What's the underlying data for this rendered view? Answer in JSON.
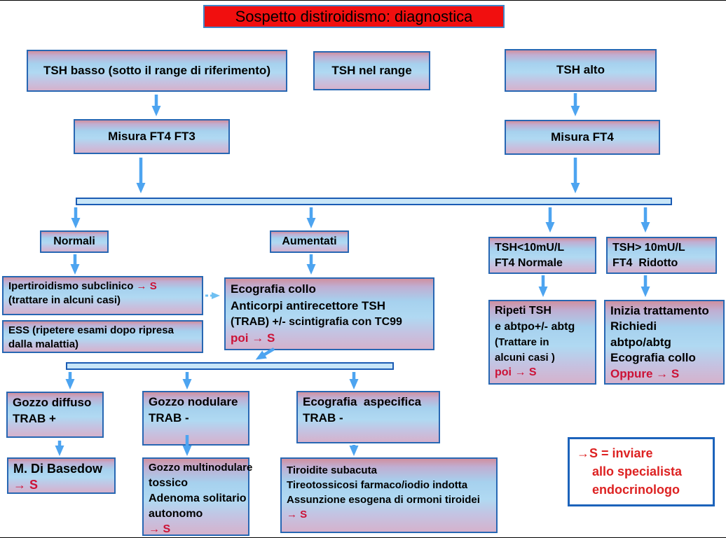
{
  "title": "Sospetto distiroidismo: diagnostica",
  "colors": {
    "title_bg": "#f10f0f",
    "box_border_blue": "#2767b3",
    "arrow_blue": "#4da4f0",
    "accent_red": "#cc1236",
    "legend_red": "#dd2222"
  },
  "nodes": {
    "tsh_basso": {
      "label": "TSH basso (sotto il range di riferimento)"
    },
    "tsh_range": {
      "label": "TSH nel range"
    },
    "tsh_alto": {
      "label": "TSH alto"
    },
    "misura_ft4_ft3": {
      "label": "Misura FT4 FT3"
    },
    "misura_ft4": {
      "label": "Misura FT4"
    },
    "normali": {
      "label": "Normali"
    },
    "aumentati": {
      "label": "Aumentati"
    },
    "ipertiroidismo": {
      "line1": "Ipertiroidismo subclinico ",
      "line1_red": "→ S",
      "line2": "(trattare in alcuni casi)"
    },
    "ess": {
      "lines": [
        "ESS (ripetere esami dopo ripresa",
        "dalla malattia)"
      ]
    },
    "ecografia": {
      "lines": [
        "Ecografia collo",
        "Anticorpi antirecettore TSH",
        "(TRAB) +/- scintigrafia con TC99"
      ],
      "red_line": "poi → S"
    },
    "tsh_lt10": {
      "lines": [
        "TSH<10mU/L",
        "FT4 Normale"
      ]
    },
    "tsh_gt10": {
      "lines": [
        "TSH> 10mU/L",
        "FT4  Ridotto"
      ]
    },
    "ripeti": {
      "lines": [
        "Ripeti TSH",
        "e abtpo+/- abtg",
        "(Trattare in",
        "alcuni casi )"
      ],
      "red_line": "poi → S"
    },
    "inizia": {
      "lines": [
        "Inizia trattamento",
        "Richiedi",
        "abtpo/abtg",
        "Ecografia collo"
      ],
      "red_line": "Oppure → S"
    },
    "gozzo_diffuso": {
      "lines": [
        "Gozzo diffuso",
        "TRAB +"
      ]
    },
    "gozzo_nodulare": {
      "lines": [
        "Gozzo nodulare",
        "TRAB -"
      ]
    },
    "eco_aspecifica": {
      "lines": [
        "Ecografia  aspecifica",
        "TRAB -"
      ]
    },
    "basedow": {
      "lines": [
        "M. Di Basedow"
      ],
      "red_line": "→ S"
    },
    "gozzo_multi": {
      "lines": [
        "Gozzo multinodulare",
        "tossico",
        "Adenoma solitario",
        "autonomo"
      ],
      "red_line": "→ S"
    },
    "tiroidite": {
      "lines": [
        "Tiroidite subacuta",
        "Tireotossicosi farmaco/iodio indotta",
        "Assunzione esogena di ormoni tiroidei"
      ],
      "red_line": "→ S"
    },
    "legend": {
      "lines": [
        "→S = inviare",
        "allo specialista",
        "endocrinologo"
      ]
    }
  }
}
